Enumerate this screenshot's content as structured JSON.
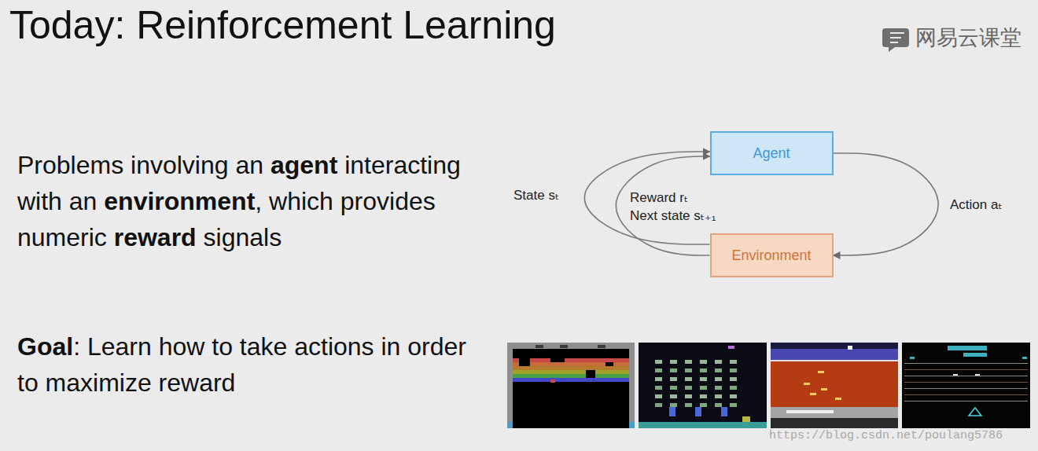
{
  "diagram": {
    "title": "Today: Reinforcement Learning",
    "nodes": [
      {
        "text": [
          "Agent"
        ]
      },
      {
        "text": [
          "Environment"
        ]
      }
    ],
    "edges": [
      {
        "from": 0,
        "to": 1,
        "arrow": "to",
        "label": "Action aₜ"
      },
      {
        "from": 1,
        "to": 0,
        "arrow": "to",
        "label": "State sₜ"
      },
      {
        "from": 1,
        "to": 0,
        "arrow": "to",
        "label": "Reward rₜ Next state sₜ₊₁"
      }
    ],
    "labels": [
      "Problems involving an agent interacting with an environment, which provides numeric reward signals",
      "Goal: Learn how to take actions in order to maximize reward",
      "网易云课堂",
      "https://blog.csdn.net/poulang5786"
    ]
  }
}
